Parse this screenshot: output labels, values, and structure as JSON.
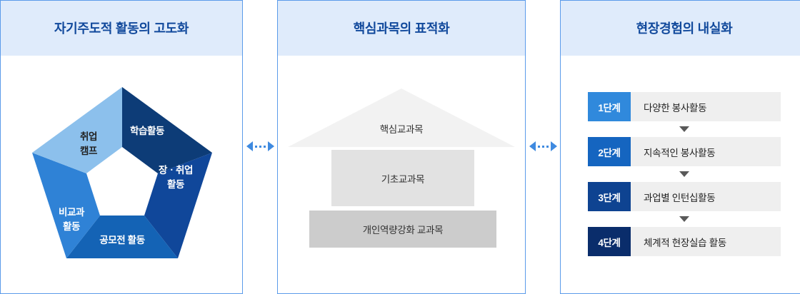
{
  "theme": {
    "panel_border": "#5b9bea",
    "header_bg": "#dfebfb",
    "header_text": "#11499c",
    "connector": "#3f8ae0"
  },
  "connectors": [
    {
      "name": "connector-1-2",
      "icon": "double-arrow-dotted-icon"
    },
    {
      "name": "connector-2-3",
      "icon": "double-arrow-dotted-icon"
    }
  ],
  "panels": [
    {
      "id": "panel-self-directed",
      "title": "자기주도적 활동의 고도화",
      "pinwheel": {
        "segments": [
          {
            "label": "학습활동",
            "color": "#0d3c77",
            "text_color": "#ffffff"
          },
          {
            "label": "장ㆍ취업\n활동",
            "line1": "장ㆍ취업",
            "line2": "활동",
            "color": "#10479a",
            "text_color": "#ffffff"
          },
          {
            "label": "공모전 활동",
            "color": "#1463b5",
            "text_color": "#ffffff"
          },
          {
            "label": "비교과 활동",
            "line1": "비교과",
            "line2": "활동",
            "color": "#2f82d6",
            "text_color": "#ffffff"
          },
          {
            "label": "취업 캠프",
            "line1": "취업",
            "line2": "캠프",
            "color": "#8cc0ec",
            "text_color": "#222222"
          }
        ]
      }
    },
    {
      "id": "panel-core-subjects",
      "title": "핵심과목의 표적화",
      "house": {
        "roof": {
          "label": "핵심교과목",
          "color": "#f2f2f2"
        },
        "middle": {
          "label": "기초교과목",
          "color": "#e2e2e2"
        },
        "base": {
          "label": "개인역량강화 교과목",
          "color": "#cccccc"
        }
      }
    },
    {
      "id": "panel-field-experience",
      "title": "현장경험의 내실화",
      "steps": [
        {
          "badge": "1단계",
          "label": "다양한 봉사활동",
          "badge_color": "#3089dc"
        },
        {
          "badge": "2단계",
          "label": "지속적인 봉사활동",
          "badge_color": "#1565c0"
        },
        {
          "badge": "3단계",
          "label": "과업별 인턴십활동",
          "badge_color": "#0e4391"
        },
        {
          "badge": "4단계",
          "label": "체계적 현장실습 활동",
          "badge_color": "#0a2d6b"
        }
      ]
    }
  ]
}
